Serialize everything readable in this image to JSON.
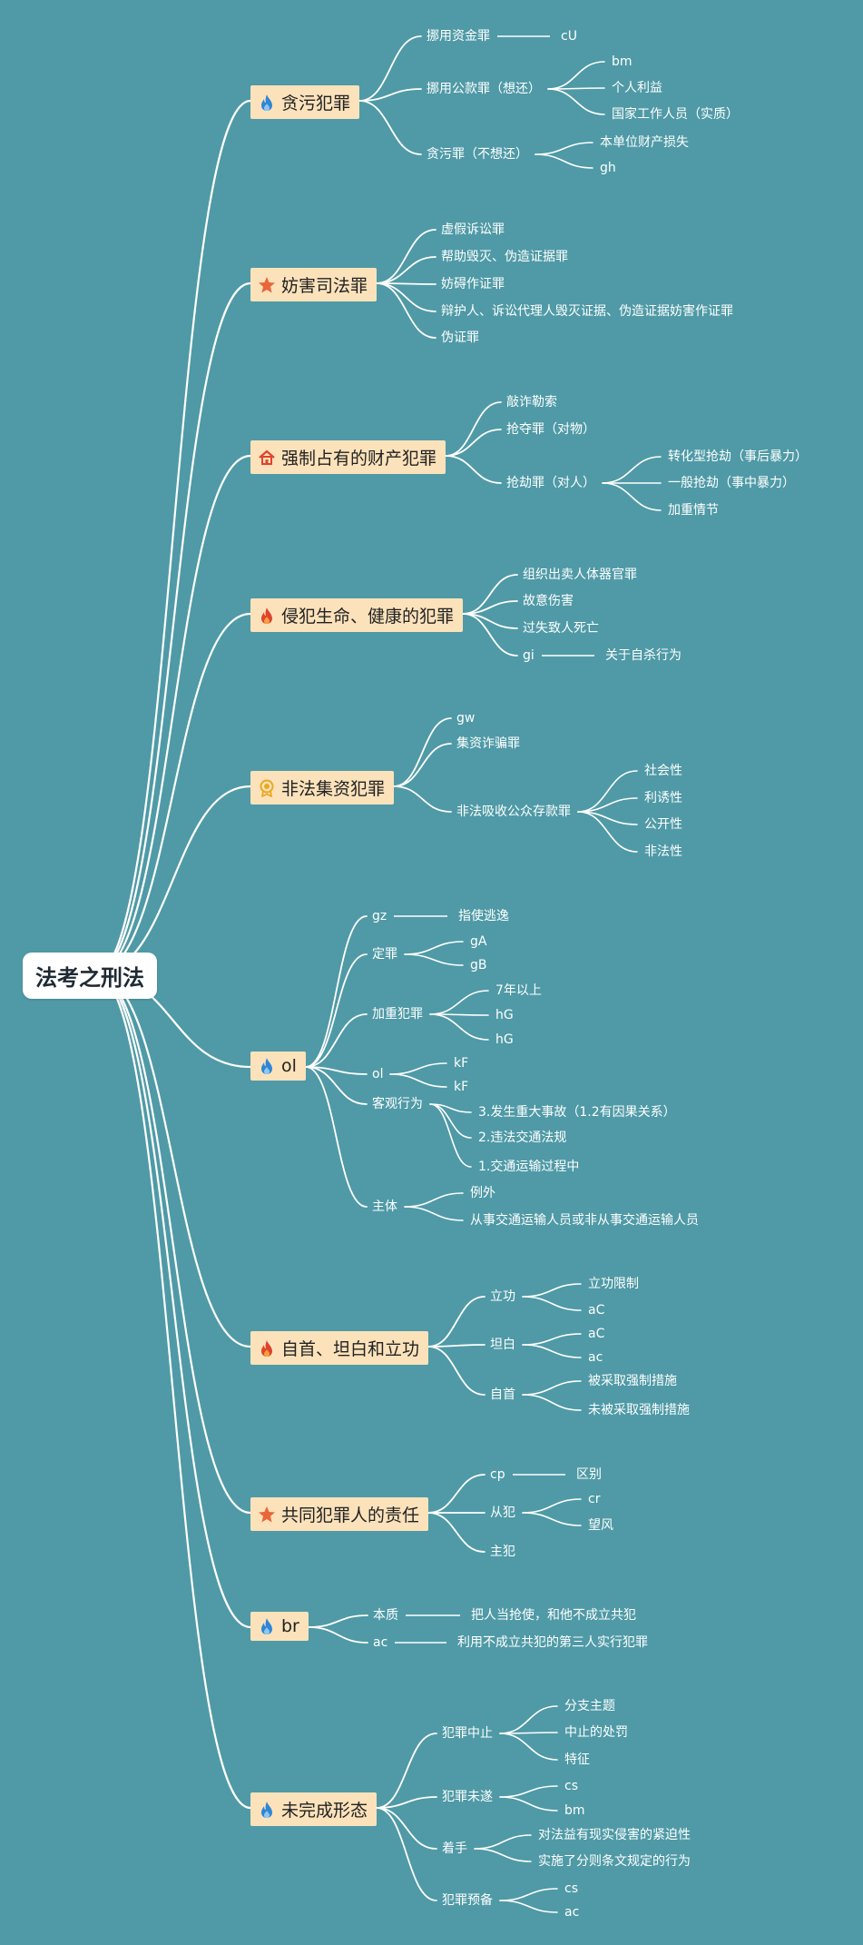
{
  "root": "法考之刑法",
  "colors": {
    "background": "#4f9aa6",
    "topic_fill": "#fbe2bb",
    "line": "#ffffff"
  },
  "branches": [
    {
      "label": "贪污犯罪",
      "icon": "flame-blue-icon",
      "children": [
        {
          "label": "挪用资金罪",
          "children": [
            {
              "label": "cU"
            }
          ]
        },
        {
          "label": "挪用公款罪（想还）",
          "children": [
            {
              "label": "bm"
            },
            {
              "label": "个人利益"
            },
            {
              "label": "国家工作人员（实质）"
            }
          ]
        },
        {
          "label": "贪污罪（不想还）",
          "children": [
            {
              "label": "本单位财产损失"
            },
            {
              "label": "gh"
            }
          ]
        }
      ]
    },
    {
      "label": "妨害司法罪",
      "icon": "star-icon",
      "children": [
        {
          "label": "虚假诉讼罪"
        },
        {
          "label": "帮助毁灭、伪造证据罪"
        },
        {
          "label": "妨碍作证罪"
        },
        {
          "label": "辩护人、诉讼代理人毁灭证据、伪造证据妨害作证罪"
        },
        {
          "label": "伪证罪"
        }
      ]
    },
    {
      "label": "强制占有的财产犯罪",
      "icon": "house-icon",
      "children": [
        {
          "label": "敲诈勒索"
        },
        {
          "label": "抢夺罪（对物）"
        },
        {
          "label": "抢劫罪（对人）",
          "children": [
            {
              "label": "转化型抢劫（事后暴力）"
            },
            {
              "label": "一般抢劫（事中暴力）"
            },
            {
              "label": "加重情节"
            }
          ]
        }
      ]
    },
    {
      "label": "侵犯生命、健康的犯罪",
      "icon": "flame-red-icon",
      "children": [
        {
          "label": "组织出卖人体器官罪"
        },
        {
          "label": "故意伤害"
        },
        {
          "label": "过失致人死亡"
        },
        {
          "label": "gi",
          "children": [
            {
              "label": "关于自杀行为"
            }
          ]
        }
      ]
    },
    {
      "label": "非法集资犯罪",
      "icon": "medal-icon",
      "children": [
        {
          "label": "gw"
        },
        {
          "label": "集资诈骗罪"
        },
        {
          "label": "非法吸收公众存款罪",
          "children": [
            {
              "label": "社会性"
            },
            {
              "label": "利诱性"
            },
            {
              "label": "公开性"
            },
            {
              "label": "非法性"
            }
          ]
        }
      ]
    },
    {
      "label": "ol",
      "icon": "flame-blue-icon",
      "children": [
        {
          "label": "gz",
          "children": [
            {
              "label": "指使逃逸"
            }
          ]
        },
        {
          "label": "定罪",
          "children": [
            {
              "label": "gA"
            },
            {
              "label": "gB"
            }
          ]
        },
        {
          "label": "加重犯罪",
          "children": [
            {
              "label": "7年以上"
            },
            {
              "label": "hG"
            },
            {
              "label": "hG"
            }
          ]
        },
        {
          "label": "ol",
          "children": [
            {
              "label": "kF"
            },
            {
              "label": "kF"
            }
          ]
        },
        {
          "label": "客观行为",
          "children": [
            {
              "label": "3.发生重大事故（1.2有因果关系）"
            },
            {
              "label": "2.违法交通法规"
            },
            {
              "label": "1.交通运输过程中"
            }
          ]
        },
        {
          "label": "主体",
          "children": [
            {
              "label": "例外"
            },
            {
              "label": "从事交通运输人员或非从事交通运输人员"
            }
          ]
        }
      ]
    },
    {
      "label": "自首、坦白和立功",
      "icon": "flame-red-icon",
      "children": [
        {
          "label": "立功",
          "children": [
            {
              "label": "立功限制"
            },
            {
              "label": "aC"
            }
          ]
        },
        {
          "label": "坦白",
          "children": [
            {
              "label": "aC"
            },
            {
              "label": "ac"
            }
          ]
        },
        {
          "label": "自首",
          "children": [
            {
              "label": "被采取强制措施"
            },
            {
              "label": "未被采取强制措施"
            }
          ]
        }
      ]
    },
    {
      "label": "共同犯罪人的责任",
      "icon": "star-icon",
      "children": [
        {
          "label": "cp",
          "children": [
            {
              "label": "区别"
            }
          ]
        },
        {
          "label": "从犯",
          "children": [
            {
              "label": "cr"
            },
            {
              "label": "望风"
            }
          ]
        },
        {
          "label": "主犯"
        }
      ]
    },
    {
      "label": "br",
      "icon": "flame-blue-icon",
      "children": [
        {
          "label": "本质",
          "children": [
            {
              "label": "把人当抢使，和他不成立共犯"
            }
          ]
        },
        {
          "label": "ac",
          "children": [
            {
              "label": "利用不成立共犯的第三人实行犯罪"
            }
          ]
        }
      ]
    },
    {
      "label": "未完成形态",
      "icon": "flame-blue-icon",
      "children": [
        {
          "label": "犯罪中止",
          "children": [
            {
              "label": "分支主题"
            },
            {
              "label": "中止的处罚"
            },
            {
              "label": "特征"
            }
          ]
        },
        {
          "label": "犯罪未遂",
          "children": [
            {
              "label": "cs"
            },
            {
              "label": "bm"
            }
          ]
        },
        {
          "label": "着手",
          "children": [
            {
              "label": "对法益有现实侵害的紧迫性"
            },
            {
              "label": "实施了分则条文规定的行为"
            }
          ]
        },
        {
          "label": "犯罪预备",
          "children": [
            {
              "label": "cs"
            },
            {
              "label": "ac"
            }
          ]
        }
      ]
    }
  ]
}
